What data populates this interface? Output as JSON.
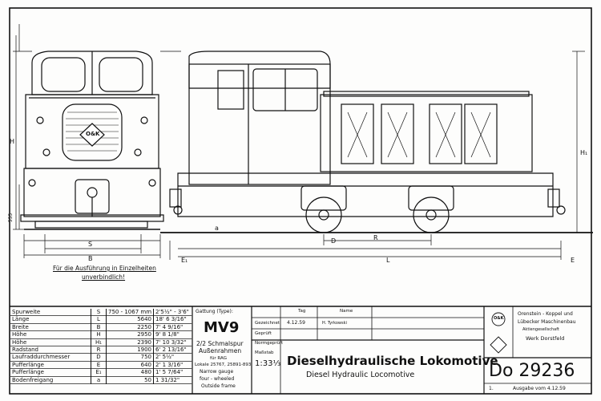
{
  "drawing": {
    "note_line1": "Für die Ausführung in Einzelheiten",
    "note_line2": "unverbindlich!",
    "badge": "O&K",
    "dimension_letters": {
      "H": "H",
      "H1": "H₁",
      "B": "B",
      "S": "S",
      "R": "R",
      "D": "D",
      "L": "L",
      "E": "E",
      "E1": "E₁",
      "a": "a"
    },
    "buffer_height_label": "555"
  },
  "specs": {
    "rows": [
      {
        "name": "Spurweite",
        "sym": "S",
        "metric": "750 - 1067 mm",
        "imperial": "2'5½\" - 3'6\""
      },
      {
        "name": "Länge",
        "sym": "L",
        "metric": "5640",
        "imperial": "18' 6 3/16\""
      },
      {
        "name": "Breite",
        "sym": "B",
        "metric": "2250",
        "imperial": "7' 4 9/16\""
      },
      {
        "name": "Höhe",
        "sym": "H",
        "metric": "2950",
        "imperial": "9' 8 1/8\""
      },
      {
        "name": "Höhe",
        "sym": "H₁",
        "metric": "2390",
        "imperial": "7' 10 3/32\""
      },
      {
        "name": "Radstand",
        "sym": "R",
        "metric": "1900",
        "imperial": "6' 2 13/16\""
      },
      {
        "name": "Laufraddurchmesser",
        "sym": "D",
        "metric": "750",
        "imperial": "2' 5½\""
      },
      {
        "name": "Pufferlänge",
        "sym": "E",
        "metric": "640",
        "imperial": "2' 1 3/16\""
      },
      {
        "name": "Pufferlänge",
        "sym": "E₁",
        "metric": "480",
        "imperial": "1' 5 7/64\""
      },
      {
        "name": "Bodenfreigang",
        "sym": "a",
        "metric": "50",
        "imperial": "1 31/32\""
      }
    ]
  },
  "type_box": {
    "label": "Gattung (Type):",
    "model": "MV9",
    "line1": "2/2 Schmalspur",
    "line2": "Außenrahmen",
    "line3": "für RAG",
    "line4": "Lokale 25767, 25891-893",
    "line5": "Narrow gauge",
    "line6": "four - wheeled",
    "line7": "Outside frame"
  },
  "approval": {
    "rows": [
      "Gezeichnet",
      "Geprüft",
      "Normgeprüft"
    ],
    "date_header": "Tag",
    "name_header": "Name",
    "date": "4.12.59",
    "name": "H. Tyrkowski",
    "scale_label": "Maßstab",
    "scale": "1:33⅓"
  },
  "title": {
    "de": "Dieselhydraulische Lokomotive",
    "en": "Diesel Hydraulic Locomotive"
  },
  "company": {
    "line1": "Orenstein - Koppel und",
    "line2": "Lübecker Maschinenbau",
    "line3": "Aktiengesellschaft",
    "line4": "Werk Dorstfeld",
    "logo": "O&K"
  },
  "drawing_number": "Do 29236",
  "edition": {
    "number": "1.",
    "text": "Ausgabe vom 4.12.59"
  }
}
